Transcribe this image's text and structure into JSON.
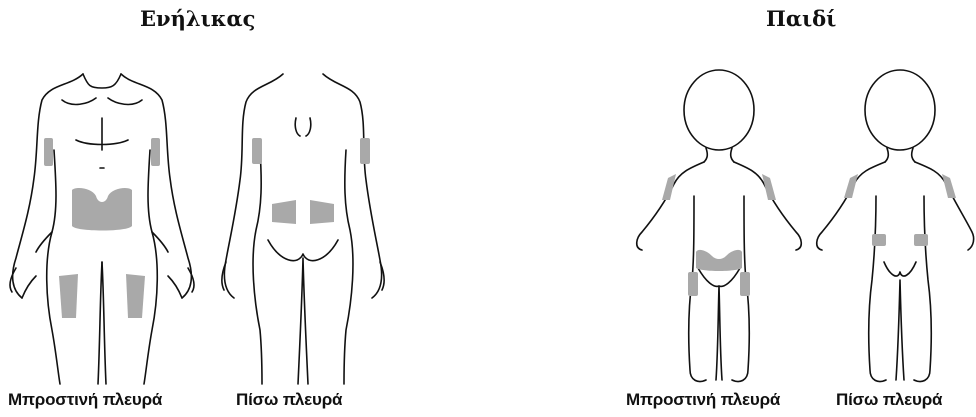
{
  "adult": {
    "title": "Ενήλικας",
    "front_label": "Μπροστινή πλευρά",
    "back_label": "Πίσω πλευρά"
  },
  "child": {
    "title": "Παιδί",
    "front_label": "Μπροστινή πλευρά",
    "back_label": "Πίσω πλευρά"
  },
  "colors": {
    "injection_site": "#a9a9a9",
    "outline": "#111111"
  }
}
